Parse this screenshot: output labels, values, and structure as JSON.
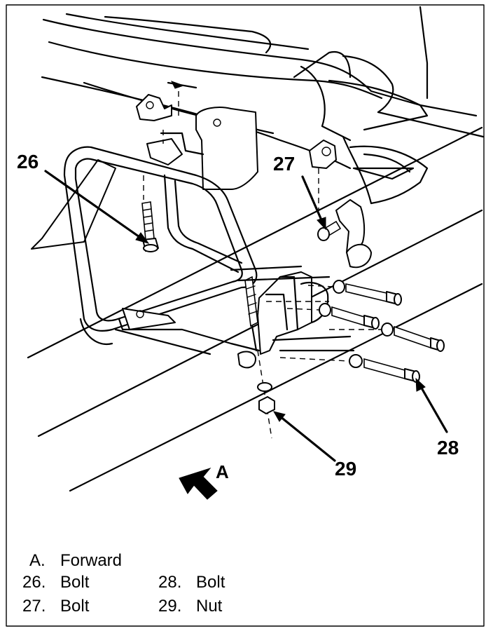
{
  "callouts": {
    "c26": "26",
    "c27": "27",
    "c28": "28",
    "c29": "29",
    "direction": "A"
  },
  "legend": {
    "a": {
      "key": "A.",
      "text": "Forward"
    },
    "b26": {
      "key": "26.",
      "text": "Bolt"
    },
    "b27": {
      "key": "27.",
      "text": "Bolt"
    },
    "b28": {
      "key": "28.",
      "text": "Bolt"
    },
    "n29": {
      "key": "29.",
      "text": "Nut"
    }
  },
  "colors": {
    "ink": "#000000",
    "paper": "#ffffff"
  }
}
